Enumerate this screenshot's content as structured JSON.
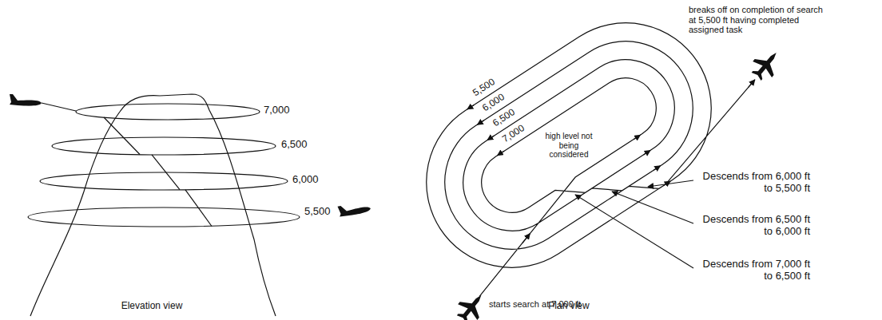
{
  "diagram": {
    "labels": [
      "7,000",
      "6,500",
      "6,000",
      "5,500",
      "Elevation view",
      "5,500",
      "6,000",
      "6,500",
      "7,000",
      "high level not being considered",
      "breaks off on completion of search at 5,500 ft having completed assigned task",
      "Descends from 6,000 ft to 5,500 ft",
      "Descends from 6,500 ft to 6,000 ft",
      "Descends from 7,000 ft to 6,500 ft",
      "starts search at 7,000 ft",
      "Plan view"
    ]
  }
}
